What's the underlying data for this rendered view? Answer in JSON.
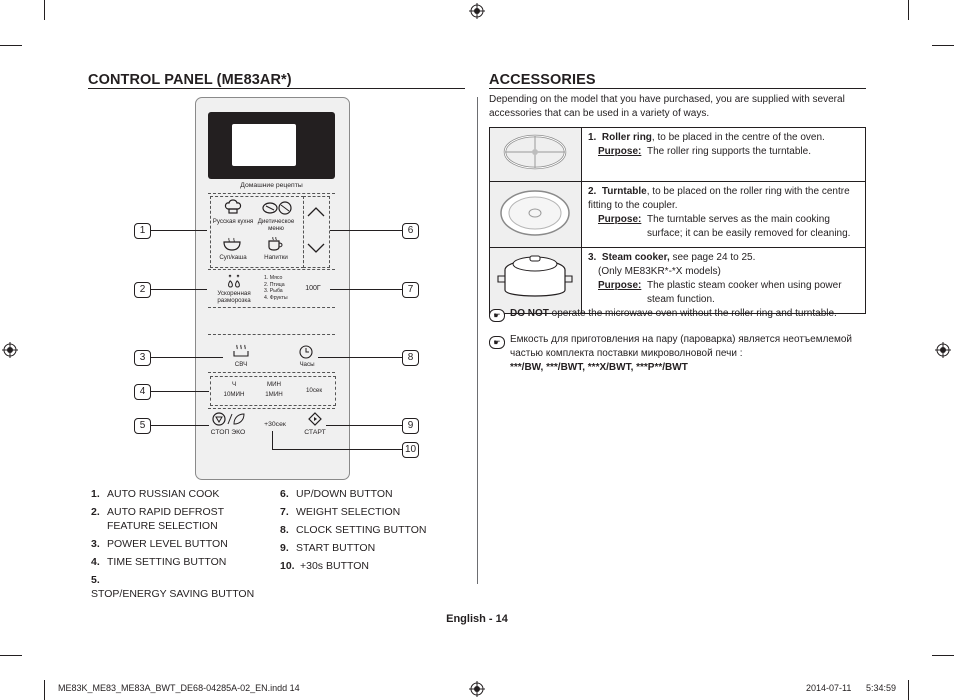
{
  "left": {
    "heading": "CONTROL PANEL (ME83AR*)",
    "panel": {
      "auto_cook_title": "Домашние рецепты",
      "russian_cook": "Русская кухня",
      "diet_menu": "Диетическое меню",
      "soup": "Суп/каша",
      "drinks": "Напитки",
      "defrost_label": "Ускоренная разморозка",
      "defrost_options": [
        "1. Мясо",
        "2. Птица",
        "3. Рыба",
        "4. Фрукты"
      ],
      "weight": "100Г",
      "power": "СВЧ",
      "clock": "Часы",
      "time_10min_top": "Ч",
      "time_10min": "10МИН",
      "time_1min_top": "МИН",
      "time_1min": "1МИН",
      "time_10sec": "10сек",
      "stop_eco": "СТОП ЭКО",
      "plus30": "+30сек",
      "start": "СТАРТ"
    },
    "callouts": [
      "1",
      "2",
      "3",
      "4",
      "5",
      "6",
      "7",
      "8",
      "9",
      "10"
    ],
    "list_left": [
      {
        "num": "1.",
        "text": "AUTO RUSSIAN COOK"
      },
      {
        "num": "2.",
        "text": "AUTO RAPID DEFROST FEATURE SELECTION"
      },
      {
        "num": "3.",
        "text": "POWER LEVEL BUTTON"
      },
      {
        "num": "4.",
        "text": "TIME SETTING BUTTON"
      },
      {
        "num": "5.",
        "text": "STOP/ENERGY SAVING BUTTON"
      }
    ],
    "list_right": [
      {
        "num": "6.",
        "text": "UP/DOWN BUTTON"
      },
      {
        "num": "7.",
        "text": "WEIGHT SELECTION"
      },
      {
        "num": "8.",
        "text": "CLOCK SETTING BUTTON"
      },
      {
        "num": "9.",
        "text": "START BUTTON"
      },
      {
        "num": "10.",
        "text": "+30s BUTTON"
      }
    ]
  },
  "right": {
    "heading": "ACCESSORIES",
    "intro": "Depending on the model that you have purchased, you are supplied with several accessories that can be used in a variety of ways.",
    "items": [
      {
        "num": "1.",
        "name": "Roller ring",
        "desc": ", to be placed in the centre of the oven.",
        "purpose_label": "Purpose:",
        "purpose": "The roller ring supports the turntable."
      },
      {
        "num": "2.",
        "name": "Turntable",
        "desc": ", to be placed on the roller ring with the centre fitting to the coupler.",
        "purpose_label": "Purpose:",
        "purpose": "The turntable serves as the main cooking surface; it can be easily removed for cleaning."
      },
      {
        "num": "3.",
        "name": "Steam cooker,",
        "desc": " see page 24 to 25.",
        "extra": "(Only ME83KR*-*X models)",
        "purpose_label": "Purpose:",
        "purpose": "The plastic steam cooker when using power steam function."
      }
    ],
    "note1_bold": "DO NOT",
    "note1": " operate the microwave oven without the roller ring and turntable.",
    "note2": "Емкость для приготовления на пару (пароварка) является неотъемлемой частью комплекта поставки микроволновой печи :",
    "note2_models": "***/BW, ***/BWT, ***X/BWT, ***P**/BWT"
  },
  "footer": {
    "page": "English - 14",
    "file": "ME83K_ME83_ME83A_BWT_DE68-04285A-02_EN.indd   14",
    "date": "2014-07-11",
    "time": "5:34:59"
  }
}
